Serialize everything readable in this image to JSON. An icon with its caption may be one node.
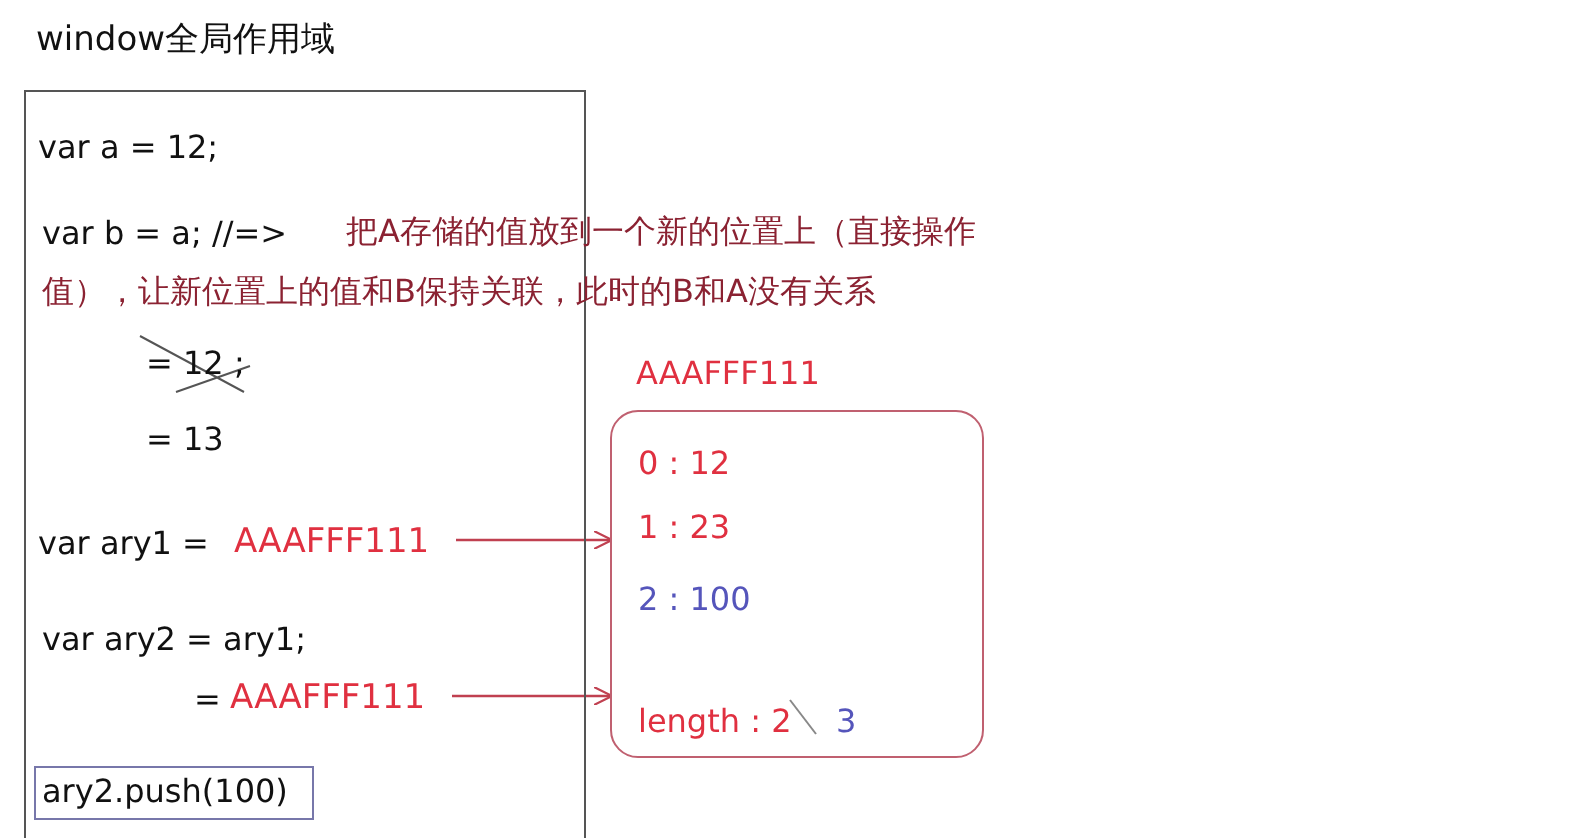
{
  "diagram": {
    "nodes": [
      {
        "text": [
          "window全局作用域"
        ]
      },
      {
        "text": [
          "AAAFFF111"
        ],
        "in": 0
      },
      {
        "text": [
          "AAAFFF111"
        ],
        "in": 0
      },
      {
        "text": [
          "ary2.push(100)"
        ],
        "in": 0
      },
      {
        "text": [
          "AAAFFF111",
          "0 : 12",
          "1 : 23",
          "2 : 100",
          "length : 2",
          "3"
        ]
      }
    ],
    "edges": [
      {
        "from": 1,
        "to": 4,
        "arrow": "to"
      },
      {
        "from": 2,
        "to": 4,
        "arrow": "to"
      }
    ],
    "labels": [
      "var a  = 12;",
      "var b = a;  //=>",
      "把A存储的值放到一个新的位置上（直接操作值），让新位置上的值和B保持关联，此时的B和A没有关系",
      "= 12 ;",
      "= 13",
      "var ary1 =",
      "var ary2 = ary1;",
      "="
    ]
  }
}
